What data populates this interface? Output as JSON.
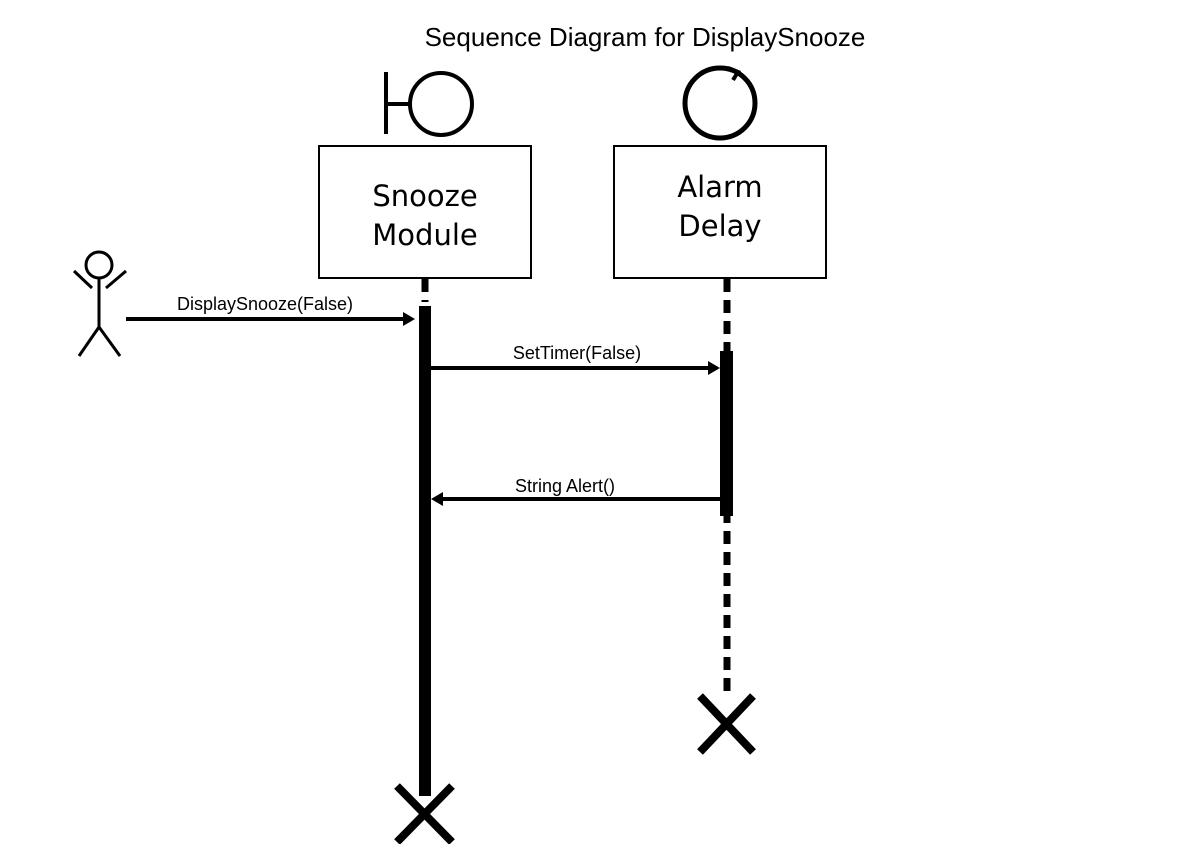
{
  "title": "Sequence Diagram for DisplaySnooze",
  "actor": {
    "icon": "stick-figure-icon"
  },
  "lifelines": [
    {
      "id": "snooze_module",
      "icon": "boundary-icon",
      "label_lines": [
        "Snooze",
        "Module"
      ]
    },
    {
      "id": "alarm_delay",
      "icon": "control-icon",
      "label_lines": [
        "Alarm",
        "Delay"
      ]
    }
  ],
  "messages": [
    {
      "label": "DisplaySnooze(False)",
      "from": "actor",
      "to": "snooze_module"
    },
    {
      "label": "SetTimer(False)",
      "from": "snooze_module",
      "to": "alarm_delay"
    },
    {
      "label": "String Alert()",
      "from": "alarm_delay",
      "to": "snooze_module"
    }
  ],
  "terminations": [
    {
      "lifeline": "snooze_module",
      "icon": "destroy-x-icon"
    },
    {
      "lifeline": "alarm_delay",
      "icon": "destroy-x-icon"
    }
  ],
  "colors": {
    "stroke": "#000000",
    "background": "#ffffff"
  }
}
